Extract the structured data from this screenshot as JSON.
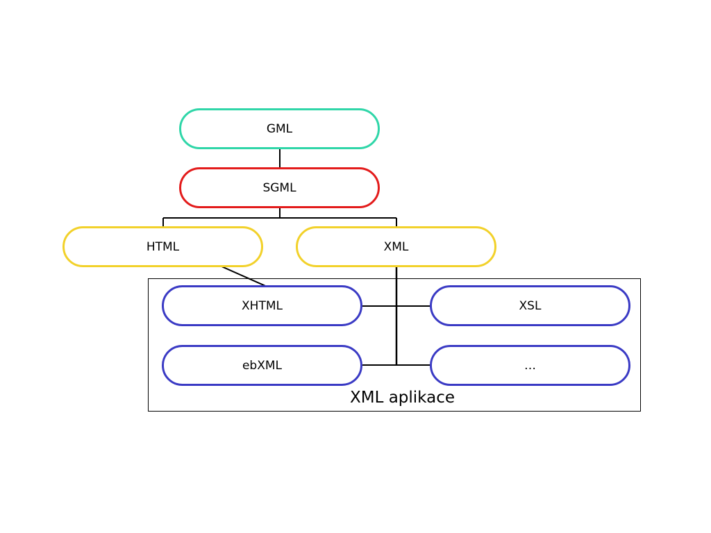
{
  "colors": {
    "gml": "#2fd6a8",
    "sgml": "#e31b1b",
    "html_xml": "#f2d12a",
    "applications": "#3a3ac4",
    "line": "#000000"
  },
  "nodes": {
    "gml": "GML",
    "sgml": "SGML",
    "html": "HTML",
    "xml": "XML",
    "xhtml": "XHTML",
    "xsl": "XSL",
    "ebxml": "ebXML",
    "more": "…"
  },
  "group": {
    "label": "XML aplikace"
  }
}
